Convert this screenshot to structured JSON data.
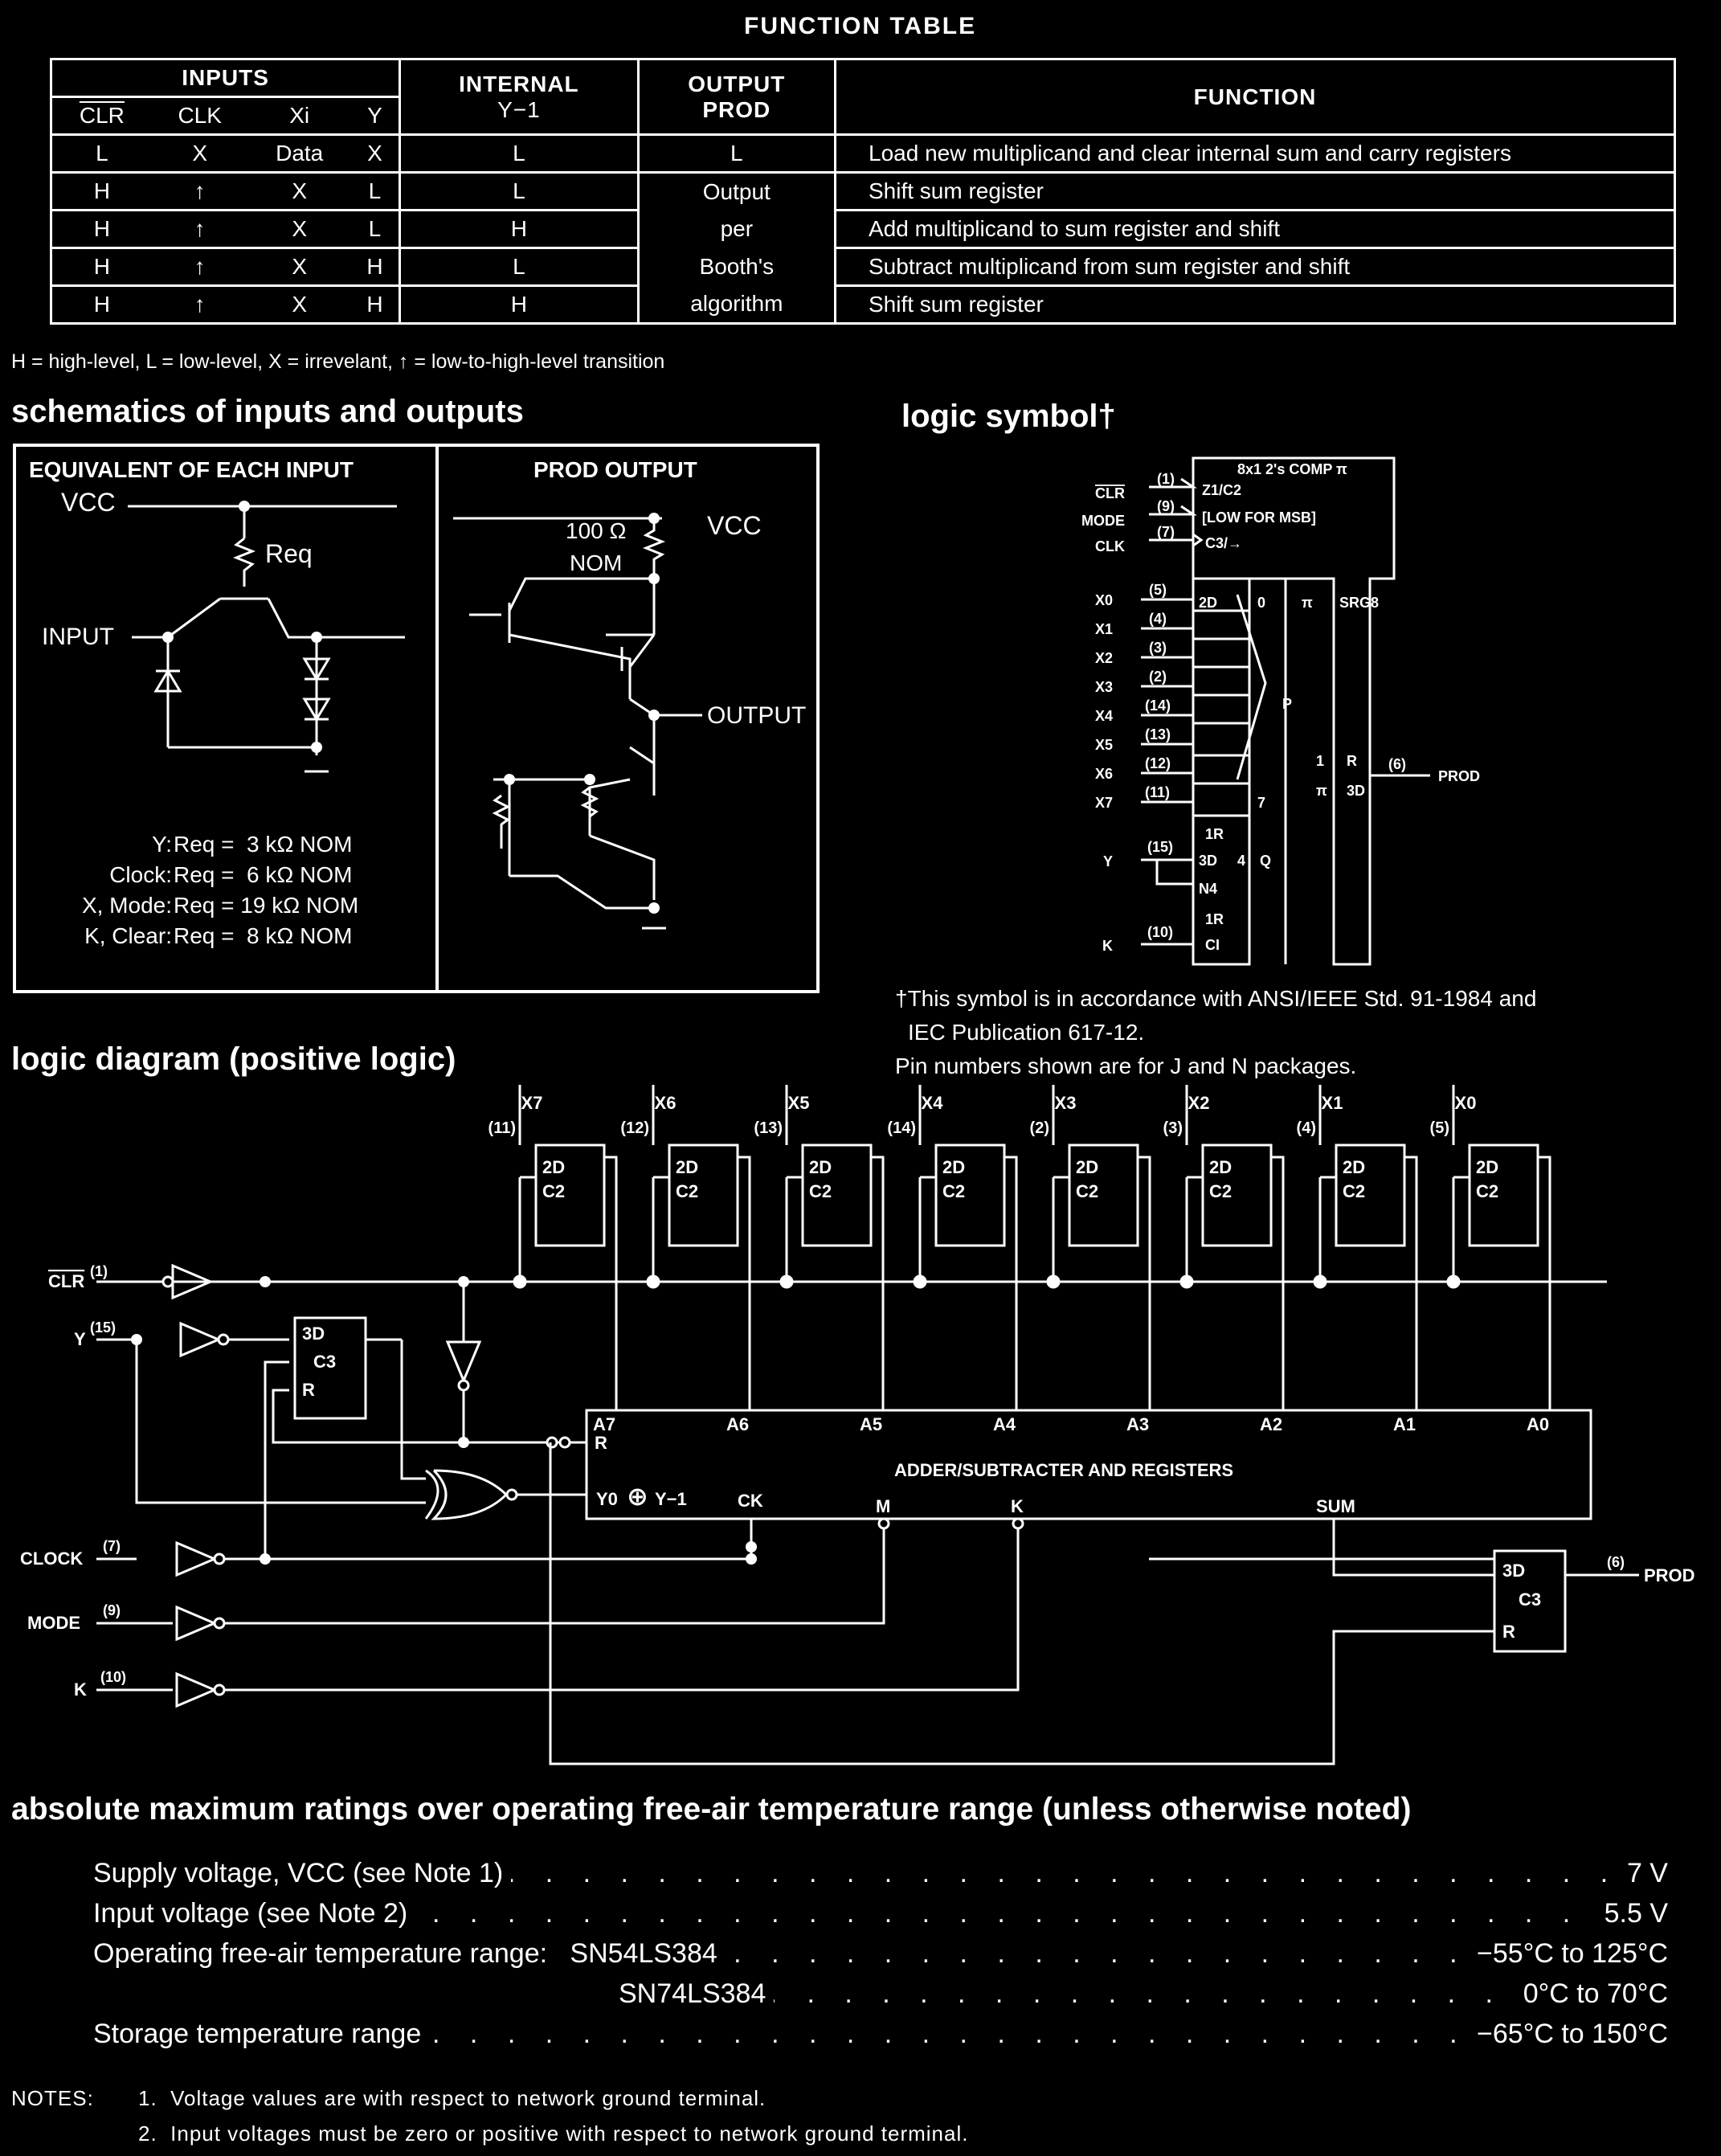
{
  "function_table": {
    "title": "FUNCTION TABLE",
    "headers": {
      "inputs": "INPUTS",
      "clr": "CLR",
      "clk": "CLK",
      "xi": "Xi",
      "y": "Y",
      "internal": "INTERNAL",
      "ym1": "Y−1",
      "output": "OUTPUT",
      "prod": "PROD",
      "function": "FUNCTION"
    },
    "rows": [
      {
        "clr": "L",
        "clk": "X",
        "xi": "Data",
        "y": "X",
        "ym1": "L",
        "prod": "L",
        "fn": "Load new multiplicand and clear internal sum and carry registers"
      },
      {
        "clr": "H",
        "clk": "↑",
        "xi": "X",
        "y": "L",
        "ym1": "L",
        "prod": "Output",
        "fn": "Shift sum register"
      },
      {
        "clr": "H",
        "clk": "↑",
        "xi": "X",
        "y": "L",
        "ym1": "H",
        "prod": "per",
        "fn": "Add multiplicand to sum register and shift"
      },
      {
        "clr": "H",
        "clk": "↑",
        "xi": "X",
        "y": "H",
        "ym1": "L",
        "prod": "Booth's",
        "fn": "Subtract multiplicand from sum register and shift"
      },
      {
        "clr": "H",
        "clk": "↑",
        "xi": "X",
        "y": "H",
        "ym1": "H",
        "prod": "algorithm",
        "fn": "Shift sum register"
      }
    ],
    "legend": "H = high-level, L = low-level, X = irrevelant, ↑ = low-to-high-level transition"
  },
  "schematics": {
    "heading": "schematics of inputs and outputs",
    "input_panel_title": "EQUIVALENT OF EACH INPUT",
    "output_panel_title": "PROD OUTPUT",
    "vcc": "VCC",
    "req": "Req",
    "input_label": "INPUT",
    "resistor_value": "100 Ω",
    "nom": "NOM",
    "output_label": "OUTPUT",
    "req_list": [
      {
        "pin": "Y:",
        "val": "Req =  3 kΩ NOM"
      },
      {
        "pin": "Clock:",
        "val": "Req =  6 kΩ NOM"
      },
      {
        "pin": "X, Mode:",
        "val": "Req = 19 kΩ NOM"
      },
      {
        "pin": "K, Clear:",
        "val": "Req =  8 kΩ NOM"
      }
    ]
  },
  "logic_symbol": {
    "heading": "logic symbol†",
    "header_text": "8x1 2's COMP π",
    "ctrl_lines": [
      "Z1/C2",
      "[LOW FOR MSB]",
      "C3/→"
    ],
    "ctrl_inputs": [
      {
        "name": "CLR",
        "pin": "(1)"
      },
      {
        "name": "MODE",
        "pin": "(9)"
      },
      {
        "name": "CLK",
        "pin": "(7)"
      }
    ],
    "x_inputs": [
      {
        "name": "X0",
        "pin": "(5)"
      },
      {
        "name": "X1",
        "pin": "(4)"
      },
      {
        "name": "X2",
        "pin": "(3)"
      },
      {
        "name": "X3",
        "pin": "(2)"
      },
      {
        "name": "X4",
        "pin": "(14)"
      },
      {
        "name": "X5",
        "pin": "(13)"
      },
      {
        "name": "X6",
        "pin": "(12)"
      },
      {
        "name": "X7",
        "pin": "(11)"
      }
    ],
    "y_input": {
      "name": "Y",
      "pin": "(15)"
    },
    "k_input": {
      "name": "K",
      "pin": "(10)"
    },
    "inner_labels": [
      "2D",
      "0",
      "π",
      "SRG8",
      "P",
      "7",
      "1R",
      "3D",
      "4",
      "Q",
      "N4",
      "1R",
      "CI",
      "1",
      "R",
      "π",
      "3D"
    ],
    "output": {
      "name": "PROD",
      "pin": "(6)"
    },
    "footnote": [
      "†This symbol is in accordance with ANSI/IEEE Std. 91-1984 and",
      "IEC Publication 617-12.",
      "Pin numbers shown are for J and N packages."
    ]
  },
  "logic_diagram": {
    "heading": "logic diagram (positive logic)",
    "x_inputs": [
      {
        "name": "X7",
        "pin": "(11)"
      },
      {
        "name": "X6",
        "pin": "(12)"
      },
      {
        "name": "X5",
        "pin": "(13)"
      },
      {
        "name": "X4",
        "pin": "(14)"
      },
      {
        "name": "X3",
        "pin": "(2)"
      },
      {
        "name": "X2",
        "pin": "(3)"
      },
      {
        "name": "X1",
        "pin": "(4)"
      },
      {
        "name": "X0",
        "pin": "(5)"
      }
    ],
    "ff_labels": [
      "2D",
      "C2"
    ],
    "left_inputs": [
      {
        "name": "CLR",
        "pin": "(1)"
      },
      {
        "name": "Y",
        "pin": "(15)"
      },
      {
        "name": "CLOCK",
        "pin": "(7)"
      },
      {
        "name": "MODE",
        "pin": "(9)"
      },
      {
        "name": "K",
        "pin": "(10)"
      }
    ],
    "y_ff_labels": [
      "3D",
      "C3",
      "R"
    ],
    "adder_title": "ADDER/SUBTRACTER AND REGISTERS",
    "adder_ports": [
      "A7",
      "A6",
      "A5",
      "A4",
      "A3",
      "A2",
      "A1",
      "A0"
    ],
    "adder_inputs": [
      "R",
      "Y0",
      "⊕",
      "Y−1",
      "CK",
      "M",
      "K",
      "SUM"
    ],
    "out_ff_labels": [
      "3D",
      "C3",
      "R"
    ],
    "output": {
      "name": "PROD",
      "pin": "(6)"
    }
  },
  "ratings": {
    "heading": "absolute maximum ratings over operating free-air temperature range (unless otherwise noted)",
    "items": [
      {
        "label": "Supply voltage, VCC (see Note 1)",
        "value": "7 V"
      },
      {
        "label": "Input voltage (see Note 2)",
        "value": "5.5 V"
      },
      {
        "label": "Operating free-air temperature range:   SN54LS384",
        "value": "−55°C to 125°C"
      },
      {
        "label": "SN74LS384",
        "value": "0°C to 70°C"
      },
      {
        "label": "Storage temperature range",
        "value": "−65°C to 150°C"
      }
    ]
  },
  "notes": {
    "prefix": "NOTES:",
    "items": [
      "1.  Voltage values are with respect to network ground terminal.",
      "2.  Input voltages must be zero or positive with respect to network ground terminal."
    ]
  }
}
